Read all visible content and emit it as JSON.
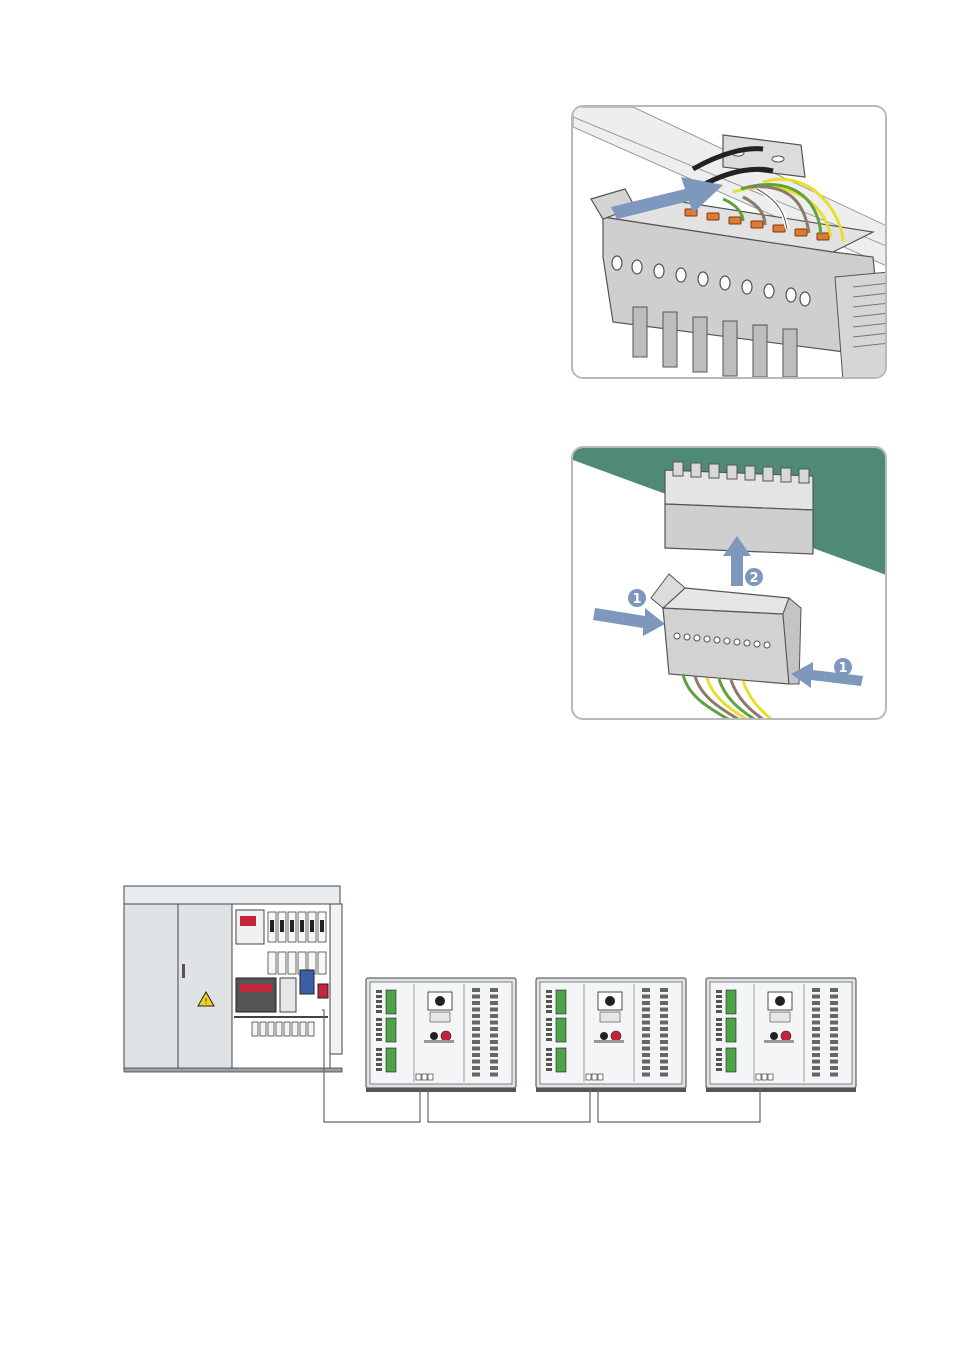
{
  "figure_1": {
    "title": "",
    "colors": {
      "arrow": "#7e97bd",
      "wire_orange": "#e07a34",
      "wire_yellow": "#e8df2a",
      "wire_green": "#5da23e",
      "wire_brown": "#8a7a6a"
    }
  },
  "figure_2": {
    "step_badges": [
      "1",
      "2",
      "1"
    ],
    "colors": {
      "background_board": "#4e8a76",
      "arrow": "#7e97bd"
    }
  },
  "figure_3": {
    "devices": [
      {
        "id": "device-1"
      },
      {
        "id": "device-2"
      },
      {
        "id": "device-3"
      }
    ],
    "colors": {
      "terminal_green": "#4ea24a",
      "switch_red": "#c4253b",
      "cabinet_gray": "#dfe3e6",
      "cable": "#666666"
    }
  }
}
